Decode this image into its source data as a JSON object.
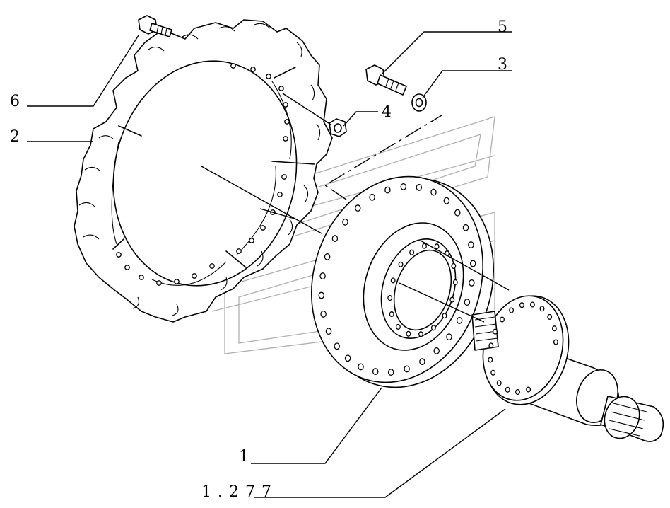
{
  "callouts": [
    {
      "id": "6",
      "text": "6"
    },
    {
      "id": "2",
      "text": "2"
    },
    {
      "id": "5",
      "text": "5"
    },
    {
      "id": "3",
      "text": "3"
    },
    {
      "id": "4",
      "text": "4"
    },
    {
      "id": "1",
      "text": "1"
    }
  ],
  "reference": {
    "text": "1.277"
  }
}
